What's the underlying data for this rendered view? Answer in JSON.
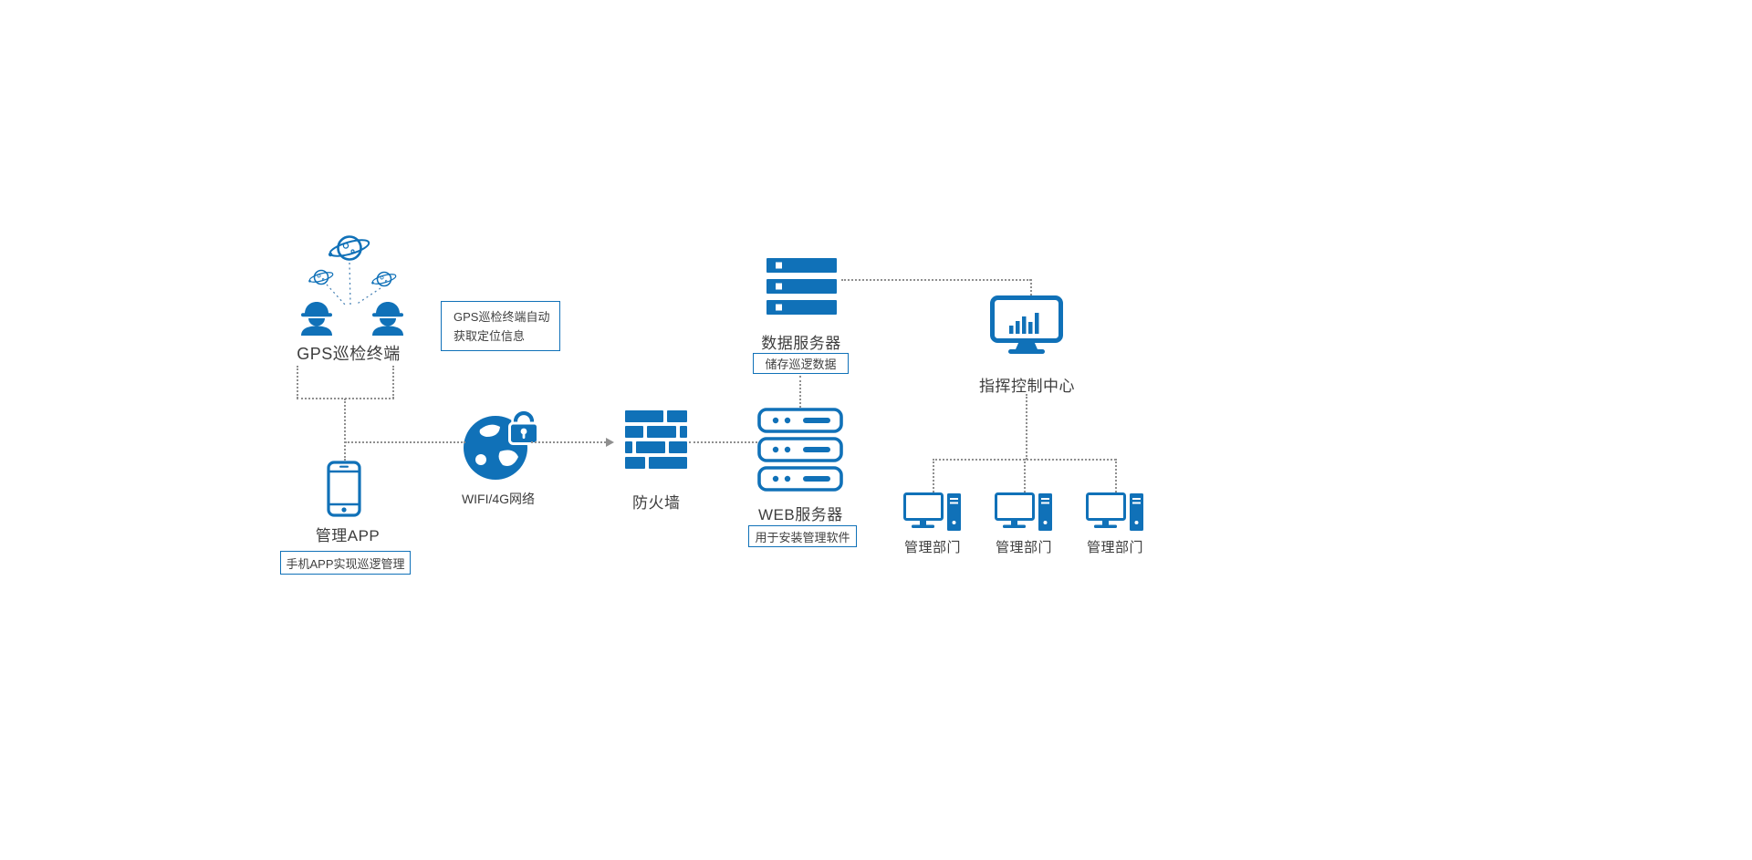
{
  "diagram": {
    "colors": {
      "accent": "#1071b8",
      "connector": "#8f8f8f",
      "text": "#3d3d3d",
      "background": "#ffffff"
    },
    "gps_terminal": {
      "label": "GPS巡检终端"
    },
    "gps_note": {
      "line1": "GPS巡检终端自动",
      "line2": "获取定位信息"
    },
    "management_app": {
      "label": "管理APP",
      "note": "手机APP实现巡逻管理"
    },
    "network": {
      "label": "WIFI/4G网络"
    },
    "firewall": {
      "label": "防火墙"
    },
    "web_server": {
      "label": "WEB服务器",
      "note": "用于安装管理软件"
    },
    "data_server": {
      "label": "数据服务器",
      "note": "储存巡逻数据"
    },
    "command_center": {
      "label": "指挥控制中心"
    },
    "departments": [
      {
        "label": "管理部门"
      },
      {
        "label": "管理部门"
      },
      {
        "label": "管理部门"
      }
    ],
    "icons": {
      "gps_terminal": "satellites-and-workers-icon",
      "management_app": "smartphone-icon",
      "network": "globe-lock-icon",
      "firewall": "brick-wall-icon",
      "web_server": "server-rack-outline-icon",
      "data_server": "server-stack-solid-icon",
      "command_center": "monitor-bar-chart-icon",
      "department": "desktop-computer-icon"
    }
  }
}
